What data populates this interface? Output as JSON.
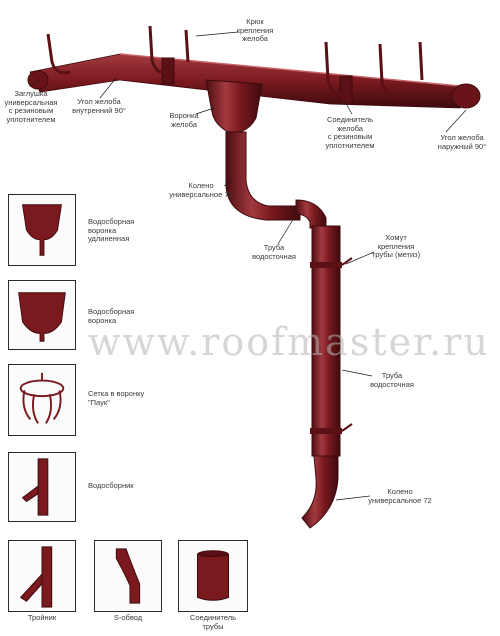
{
  "colors": {
    "metal": "#7a1a1f",
    "metal_dark": "#4e0e12",
    "metal_light": "#a23a3f",
    "label_text": "#3a3a3a",
    "leader": "#1a1a1a"
  },
  "watermark": "www.roofmaster.ru",
  "labels": {
    "hook": "Крюк\nкрепления\nжелоба",
    "end_cap": "Заглушка\nуниверсальная\nс резиновым\nуплотнителем",
    "inner_corner": "Угол желоба\nвнутренний 90°",
    "funnel_main": "Воронка\nжелоба",
    "connector": "Соединитель\nжелоба\nс резиновым\nуплотнителем",
    "outer_corner": "Угол желоба\nнаружный 90°",
    "elbow_top": "Колено\nуниверсальное 72",
    "pipe_top": "Труба\nводосточная",
    "clamp": "Хомут\nкрепления\nтрубы (метиз)",
    "pipe_mid": "Труба\nводосточная",
    "elbow_bottom": "Колено\nуниверсальное 72"
  },
  "catalog": {
    "funnel_long": "Водосборная\nворонка\nудлиненная",
    "funnel": "Водосборная\nворонка",
    "spider": "Сетка в воронку\n\"Паук\"",
    "collector": "Водосборник",
    "tee": "Тройник",
    "s_bend": "S-обвод",
    "pipe_connector": "Соединитель\nтрубы"
  }
}
